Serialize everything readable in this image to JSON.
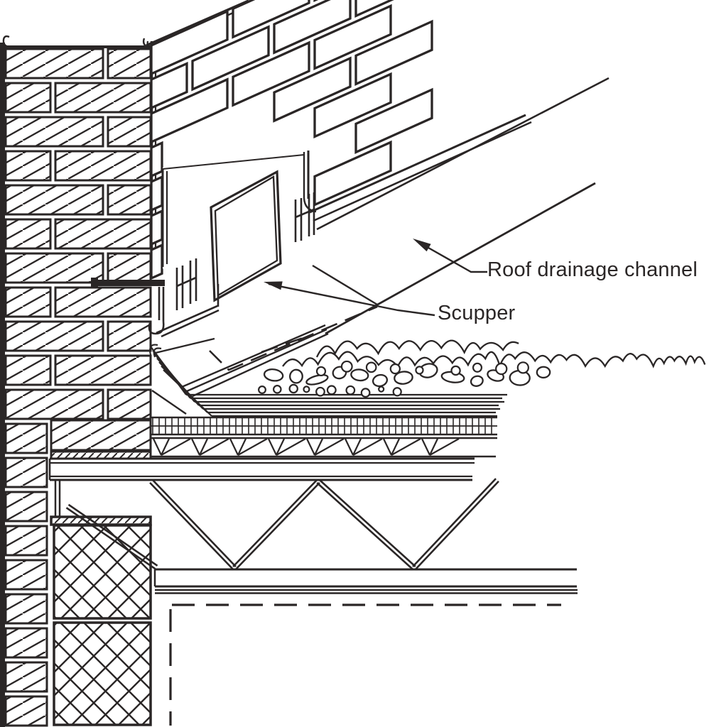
{
  "diagram": {
    "title": "Parapet wall scupper and roof drainage channel detail",
    "view": "isometric cutaway section",
    "labels": {
      "roof_drainage_channel": "Roof drainage channel",
      "scupper": "Scupper"
    },
    "colors": {
      "line": "#2a2626",
      "background": "#ffffff"
    },
    "components": [
      "brick-parapet-wall-section",
      "brick-veneer-isometric",
      "parapet-cap-flashing",
      "scupper-opening-flashing",
      "roof-drainage-channel-with-dashed-sump",
      "gravel-ballast",
      "builtup-membrane-plies-with-cant-fold",
      "rigid-insulation-board",
      "metal-roof-deck",
      "steel-edge-angle",
      "open-web-steel-joist",
      "ceiling-angle",
      "hidden-outline-dashed",
      "interior-crosshatched-blocking"
    ]
  }
}
